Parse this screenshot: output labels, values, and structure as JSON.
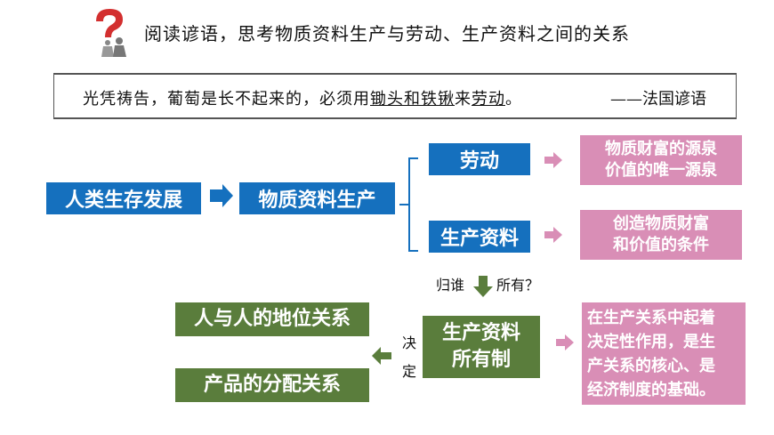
{
  "header": {
    "icon": "question-mark-person-icon",
    "title": "阅读谚语，思考物质资料生产与劳动、生产资料之间的关系"
  },
  "quote": {
    "part1": "光凭祷告，葡萄是长不起来的，必须用",
    "underlined1": "锄头和铁锹",
    "part2": "来",
    "underlined2": "劳动",
    "part3": "。",
    "source": "——法国谚语"
  },
  "diagram": {
    "human_survival": "人类生存发展",
    "material_production": "物质资料生产",
    "labor": "劳动",
    "labor_desc": [
      "物质财富的源泉",
      "价值的唯一源泉"
    ],
    "means_of_production": "生产资料",
    "means_desc": [
      "创造物质财富",
      "和价值的条件"
    ],
    "belong_question": [
      "归谁",
      "所有？"
    ],
    "ownership": [
      "生产资料",
      "所有制"
    ],
    "ownership_desc": [
      "在生产关系中起着",
      "决定性作用，是生",
      "产关系的核心、是",
      "经济制度的基础。"
    ],
    "decide": [
      "决",
      "定"
    ],
    "relation_people": "人与人的地位关系",
    "relation_distribution": "产品的分配关系"
  },
  "colors": {
    "blue": "#1570be",
    "green": "#5a7d3c",
    "pink": "#d98eb6",
    "question_red": "#d32f2f"
  }
}
